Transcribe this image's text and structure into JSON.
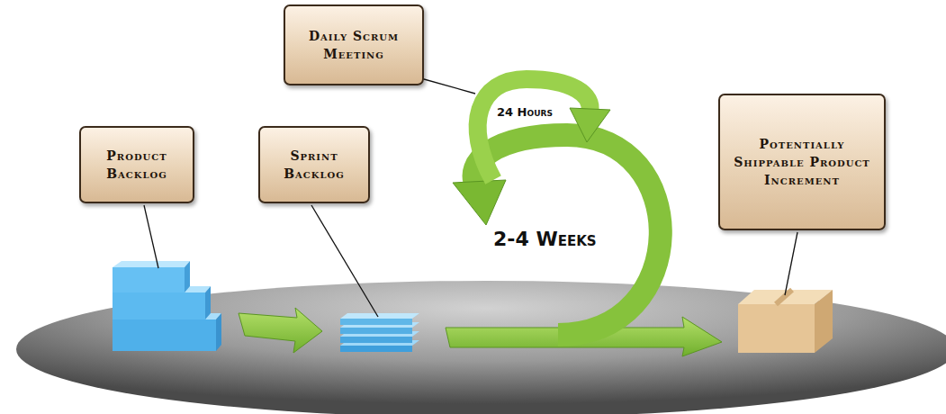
{
  "diagram": {
    "nodes": [
      {
        "text": [
          "Product Backlog"
        ]
      },
      {
        "text": [
          "Sprint Backlog"
        ]
      },
      {
        "text": [
          "Daily Scrum Meeting"
        ]
      },
      {
        "text": [
          "Potentially Shippable Product Increment"
        ]
      }
    ],
    "labels": [
      "24 Hours",
      "2-4 Weeks"
    ]
  }
}
